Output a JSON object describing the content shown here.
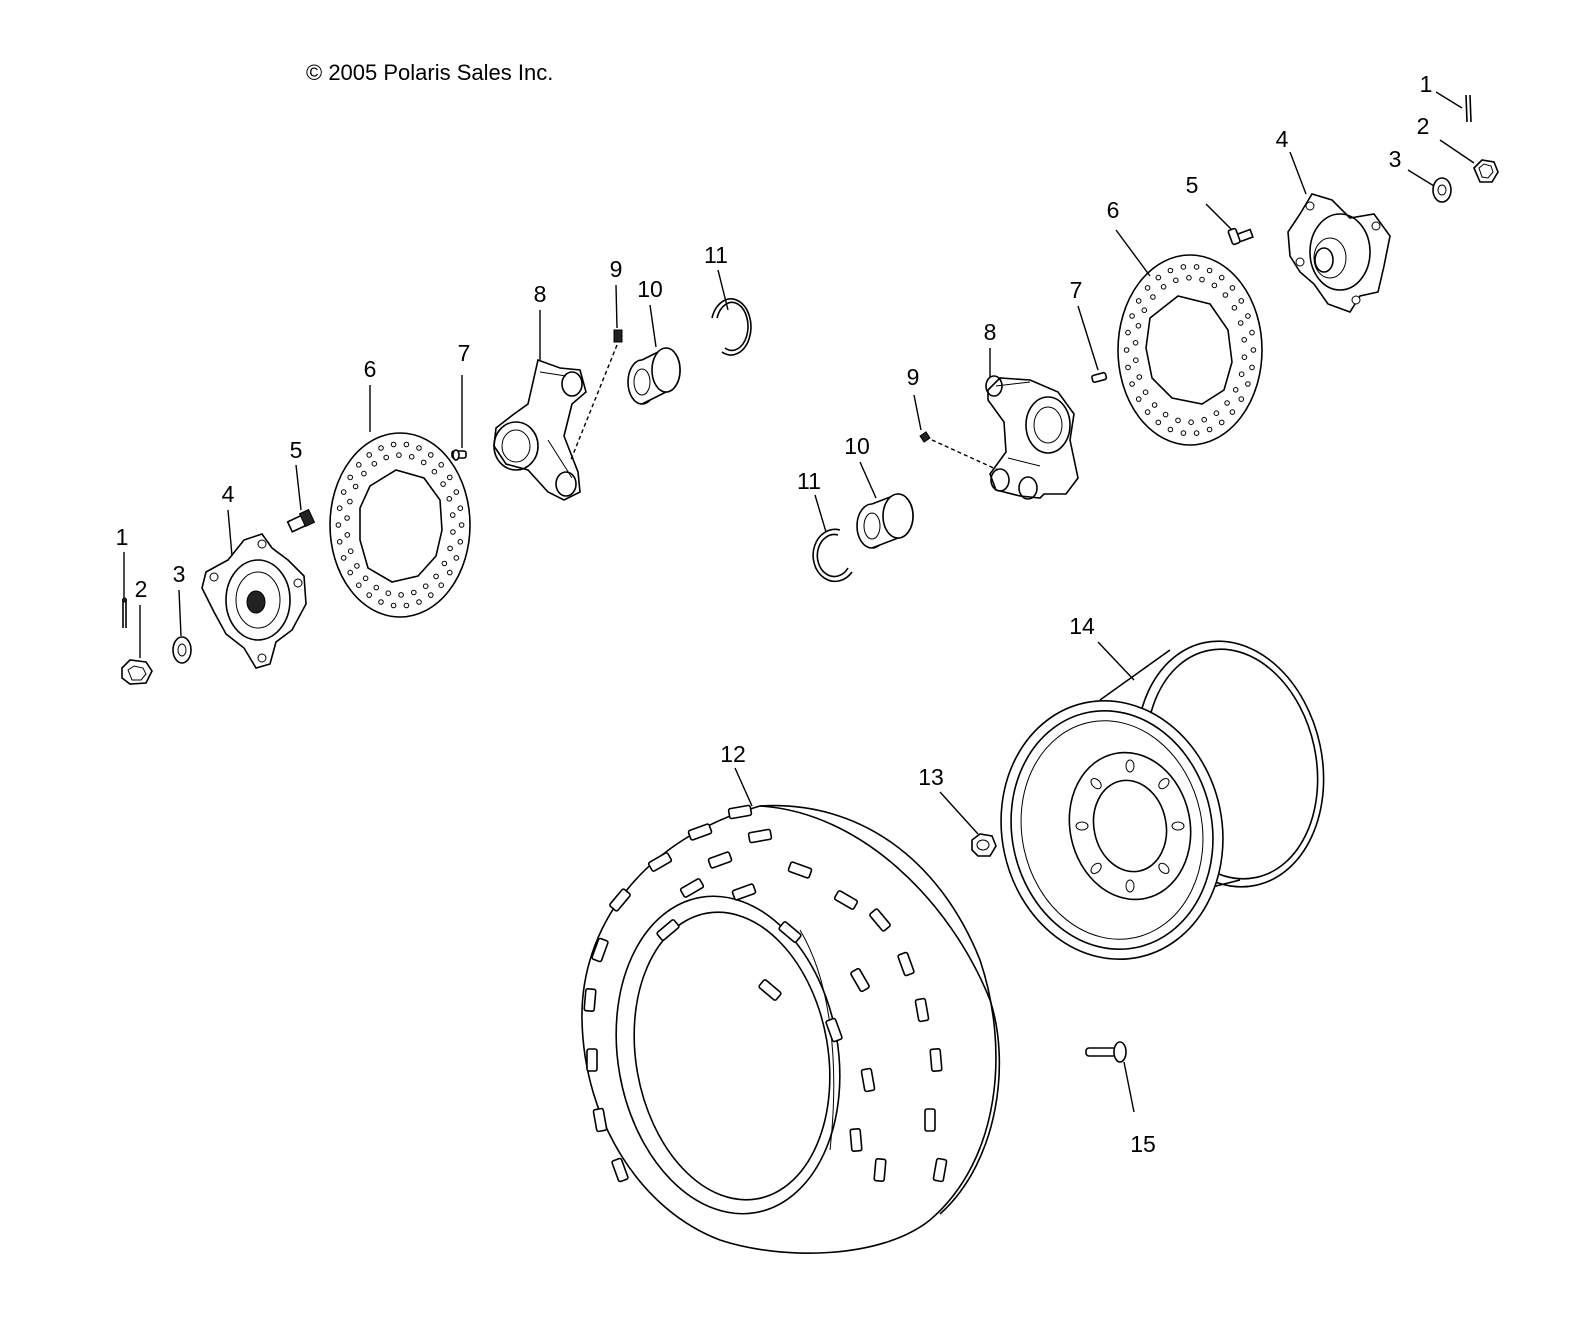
{
  "copyright": "© 2005 Polaris Sales Inc.",
  "callouts": [
    {
      "id": "left-1",
      "label": "1"
    },
    {
      "id": "left-2",
      "label": "2"
    },
    {
      "id": "left-3",
      "label": "3"
    },
    {
      "id": "left-4",
      "label": "4"
    },
    {
      "id": "left-5",
      "label": "5"
    },
    {
      "id": "left-6",
      "label": "6"
    },
    {
      "id": "left-7",
      "label": "7"
    },
    {
      "id": "left-8",
      "label": "8"
    },
    {
      "id": "left-9",
      "label": "9"
    },
    {
      "id": "left-10",
      "label": "10"
    },
    {
      "id": "left-11",
      "label": "11"
    },
    {
      "id": "right-1",
      "label": "1"
    },
    {
      "id": "right-2",
      "label": "2"
    },
    {
      "id": "right-3",
      "label": "3"
    },
    {
      "id": "right-4",
      "label": "4"
    },
    {
      "id": "right-5",
      "label": "5"
    },
    {
      "id": "right-6",
      "label": "6"
    },
    {
      "id": "right-7",
      "label": "7"
    },
    {
      "id": "right-8",
      "label": "8"
    },
    {
      "id": "right-9",
      "label": "9"
    },
    {
      "id": "right-10",
      "label": "10"
    },
    {
      "id": "right-11",
      "label": "11"
    },
    {
      "id": "tire-12",
      "label": "12"
    },
    {
      "id": "nut-13",
      "label": "13"
    },
    {
      "id": "wheel-14",
      "label": "14"
    },
    {
      "id": "valve-15",
      "label": "15"
    }
  ]
}
